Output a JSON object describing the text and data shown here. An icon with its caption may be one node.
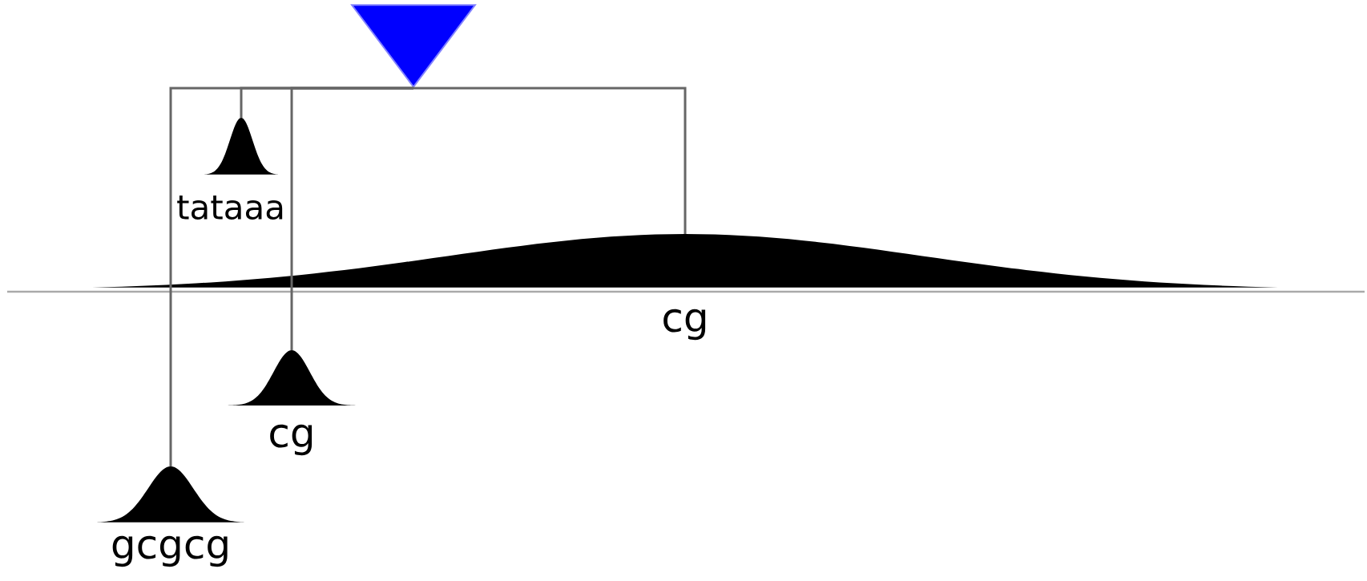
{
  "diagram": {
    "nodes": [
      {
        "text": [],
        "shape": "triangle"
      },
      {
        "text": [
          "tataaa"
        ]
      },
      {
        "text": [
          "cg"
        ]
      },
      {
        "text": [
          "cg"
        ]
      },
      {
        "text": [
          "gcgcg"
        ]
      }
    ],
    "edges": [
      {
        "from": 0,
        "to": 1,
        "arrow": "none"
      },
      {
        "from": 0,
        "to": 2,
        "arrow": "none"
      },
      {
        "from": 0,
        "to": 3,
        "arrow": "none"
      },
      {
        "from": 0,
        "to": 4,
        "arrow": "none"
      }
    ]
  }
}
